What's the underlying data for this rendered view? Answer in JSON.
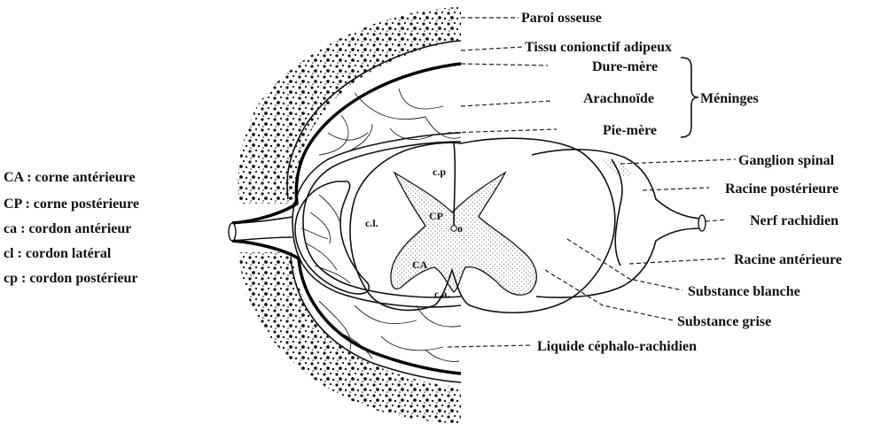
{
  "legend": [
    "CA : corne antérieure",
    "CP : corne postérieure",
    "ca : cordon antérieur",
    "cl : cordon latéral",
    "cp : cordon postérieur"
  ],
  "labels": {
    "paroi": "Paroi osseuse",
    "tissu": "Tissu conionctif adipeux",
    "dure": "Dure-mère",
    "arach": "Arachnoïde",
    "pie": "Pie-mère",
    "meninges": "Méninges",
    "ganglion": "Ganglion spinal",
    "racine_post": "Racine postérieure",
    "nerf": "Nerf rachidien",
    "racine_ant": "Racine antérieure",
    "blanche": "Substance blanche",
    "grise": "Substance grise",
    "lcr": "Liquide céphalo-rachidien"
  },
  "inner_labels": {
    "cp": "c.p",
    "cl": "c.l.",
    "CP": "CP",
    "o": "o",
    "CA": "CA",
    "ca": "c.a."
  }
}
